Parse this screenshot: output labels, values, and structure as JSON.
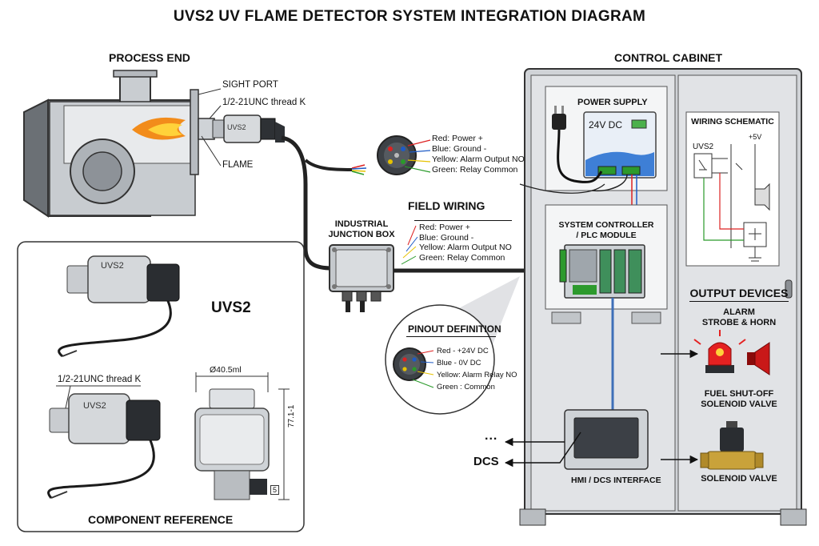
{
  "title": "UVS2 UV FLAME DETECTOR SYSTEM INTEGRATION DIAGRAM",
  "process_end": {
    "heading": "PROCESS END",
    "sight_port": "SIGHT PORT",
    "thread": "1/2-21UNC thread K",
    "flame": "FLAME",
    "detector_label": "UVS2"
  },
  "connector_top": {
    "lines": [
      "Red: Power +",
      "Blue: Ground -",
      "Yellow: Alarm Output NO",
      "Green: Relay Common"
    ]
  },
  "field_wiring": {
    "heading": "FIELD WIRING",
    "lines": [
      "Red: Power +",
      "Blue: Ground -",
      "Yellow: Alarm Output NO",
      "Green: Relay Common"
    ]
  },
  "junction_box": {
    "line1": "INDUSTRIAL",
    "line2": "JUNCTION BOX"
  },
  "pinout": {
    "heading": "PINOUT DEFINITION",
    "lines": [
      "Red - +24V DC",
      "Blue - 0V DC",
      "Yellow: Alarm Relay NO",
      "Green : Common"
    ]
  },
  "component_reference": {
    "heading": "COMPONENT REFERENCE",
    "product_name": "UVS2",
    "body_label_1": "UVS2",
    "body_label_2": "UVS2",
    "thread": "1/2-21UNC thread K",
    "dim_width": "Ø40.5ml",
    "dim_height": "77.1-1",
    "dim_small": "5"
  },
  "control_cabinet": {
    "heading": "CONTROL CABINET",
    "power_supply": "POWER SUPPLY",
    "psu_voltage": "24V DC",
    "controller_line1": "SYSTEM CONTROLLER",
    "controller_line2": "/ PLC MODULE",
    "hmi": "HMI / DCS INTERFACE",
    "wiring_schematic": "WIRING SCHEMATIC",
    "schematic_device": "UVS2",
    "schematic_supply": "+5V",
    "output_devices": "OUTPUT DEVICES",
    "alarm_line1": "ALARM",
    "alarm_line2": "STROBE & HORN",
    "valve_line1": "FUEL SHUT-OFF",
    "valve_line2": "SOLENOID VALVE",
    "valve_caption": "SOLENOID VALVE"
  },
  "dcs": {
    "label": "DCS",
    "ellipsis": "..."
  }
}
